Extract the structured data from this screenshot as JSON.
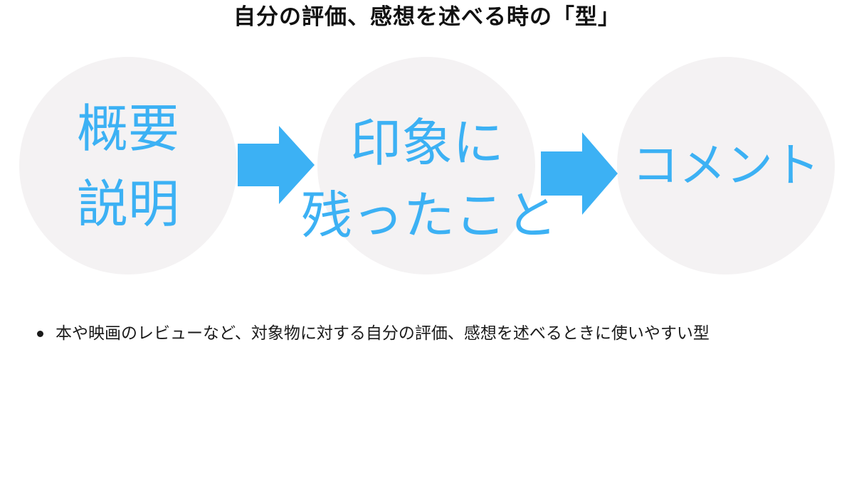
{
  "title": "自分の評価、感想を述べる時の「型」",
  "steps": [
    {
      "lines": [
        "概要",
        "説明"
      ]
    },
    {
      "lines": [
        "印象に",
        "残ったこと"
      ]
    },
    {
      "lines": [
        "コメント"
      ]
    }
  ],
  "arrow_icon": "right-arrow-icon",
  "notes": [
    "本や映画のレビューなど、対象物に対する自分の評価、感想を述べるときに使いやすい型"
  ],
  "colors": {
    "accent": "#3cb1f4",
    "circle": "#f4f2f3",
    "text": "#111111"
  }
}
